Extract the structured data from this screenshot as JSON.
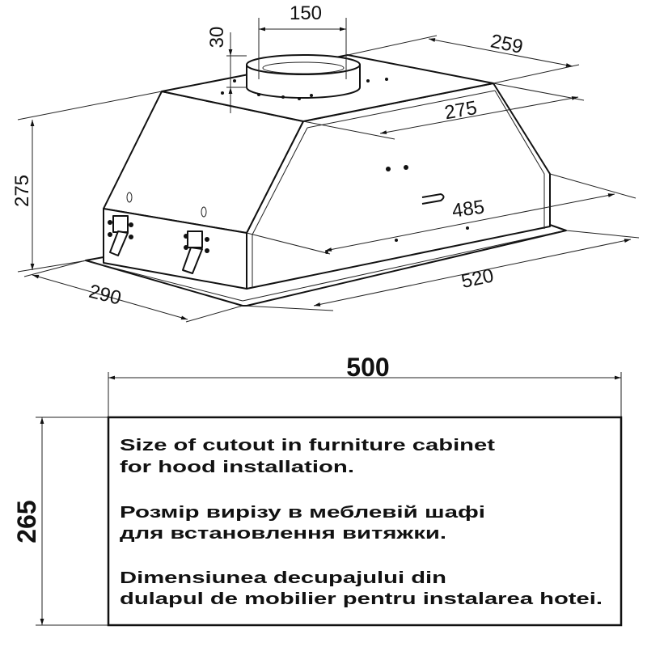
{
  "hood_drawing": {
    "dimensions": {
      "duct_diameter": "150",
      "duct_height": "30",
      "top_depth": "259",
      "top_width": "275",
      "height": "275",
      "inner_length": "485",
      "depth": "290",
      "length": "520"
    }
  },
  "cutout_drawing": {
    "width": "500",
    "height": "265",
    "notes": [
      "Size of cutout in furniture cabinet",
      "for hood installation.",
      "Розмір вирізу в меблевій шафі",
      "для встановлення витяжки.",
      "Dimensiunea decupajului din",
      "dulapul de mobilier pentru instalarea hotei."
    ]
  }
}
